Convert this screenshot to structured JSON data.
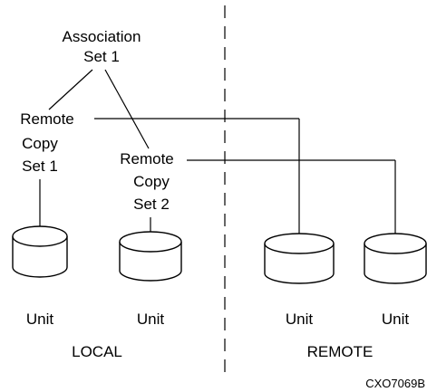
{
  "association_set": {
    "line1": "Association",
    "line2": "Set 1"
  },
  "remote_copy_set_1": {
    "line1": "Remote",
    "line2": "Copy",
    "line3": "Set 1"
  },
  "remote_copy_set_2": {
    "line1": "Remote",
    "line2": "Copy",
    "line3": "Set 2"
  },
  "units": [
    {
      "label": "Unit"
    },
    {
      "label": "Unit"
    },
    {
      "label": "Unit"
    },
    {
      "label": "Unit"
    }
  ],
  "sites": {
    "local": "LOCAL",
    "remote": "REMOTE"
  },
  "figure_code": "CXO7069B"
}
